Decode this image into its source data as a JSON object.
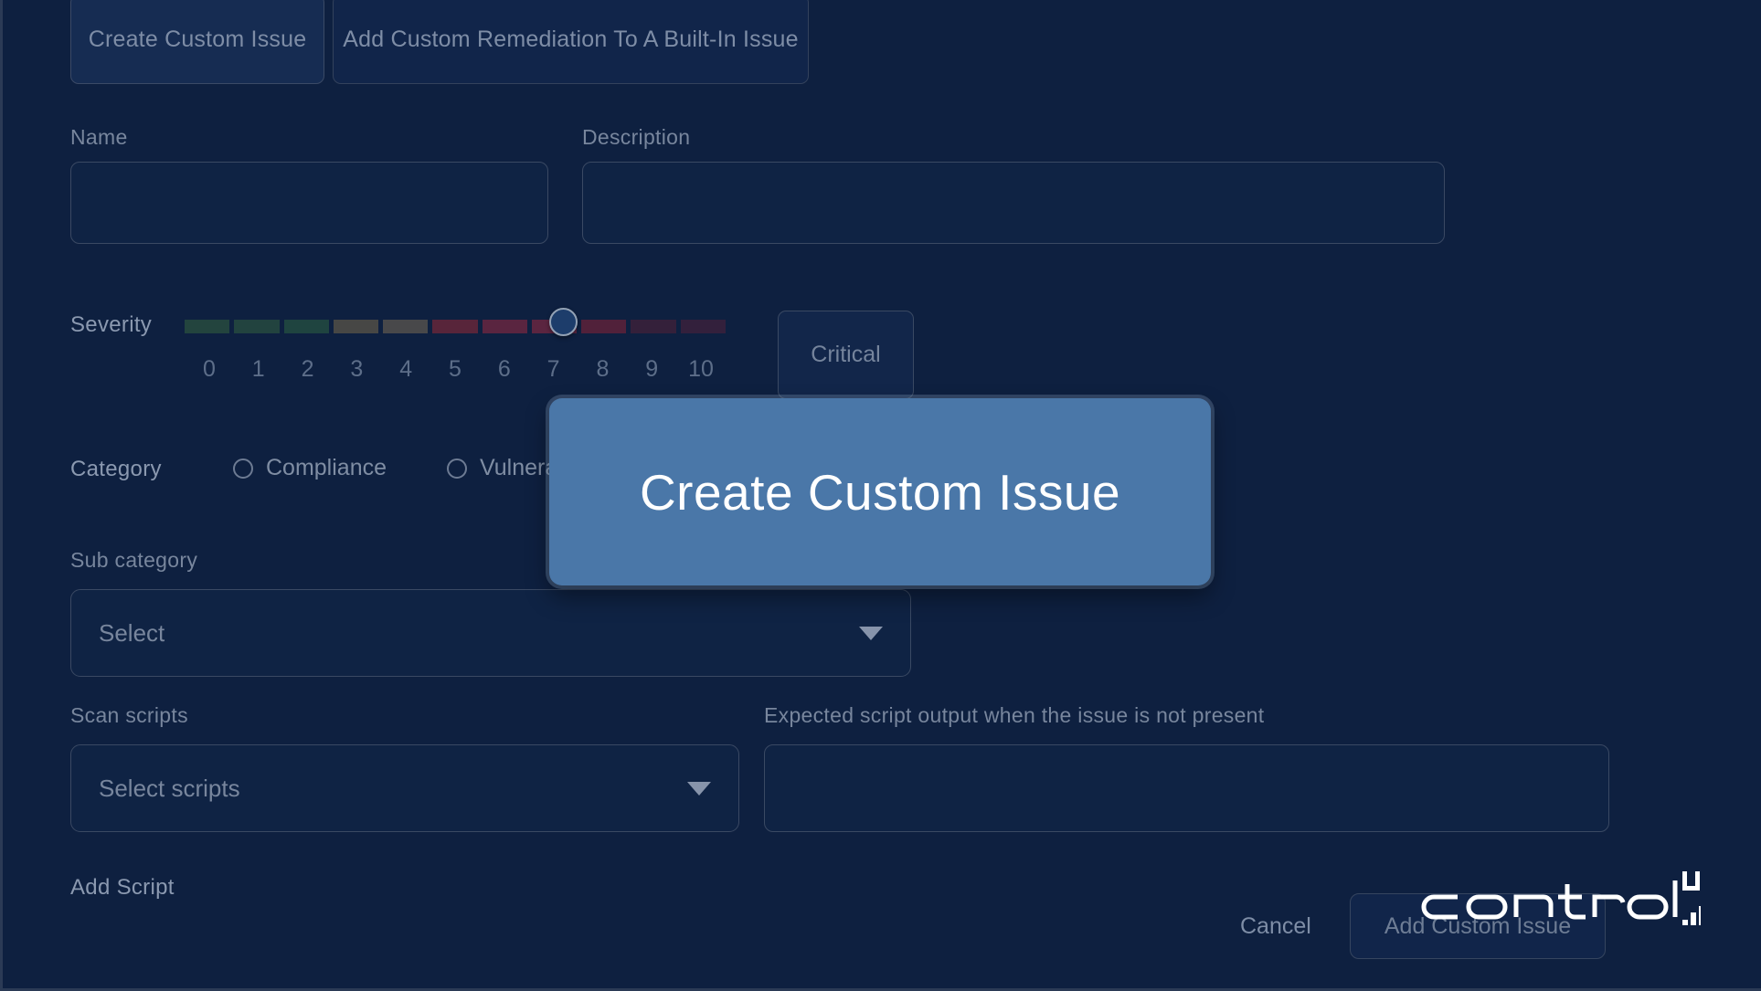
{
  "colors": {
    "background": "#0e2040",
    "field_border": "#3a4963",
    "label_text": "#78869d",
    "tooltip_bg": "#4a77a8",
    "tooltip_text": "#ffffff",
    "thumb_fill": "#1d3d6b",
    "thumb_border": "#93a2b5"
  },
  "tabs": [
    {
      "label": "Create Custom Issue",
      "selected": true
    },
    {
      "label": "Add Custom Remediation To A Built-In Issue",
      "selected": false
    }
  ],
  "form": {
    "name": {
      "label": "Name",
      "value": "",
      "placeholder": ""
    },
    "description": {
      "label": "Description",
      "value": "",
      "placeholder": ""
    },
    "severity": {
      "label": "Severity",
      "value": 7,
      "min": 0,
      "max": 10,
      "ticks": [
        "0",
        "1",
        "2",
        "3",
        "4",
        "5",
        "6",
        "7",
        "8",
        "9",
        "10"
      ],
      "badge": "Critical",
      "segment_colors": [
        "#23443e",
        "#22433f",
        "#1f4440",
        "#474745",
        "#48484a",
        "#58253a",
        "#5a2540",
        "#5b2540",
        "#51213a",
        "#34203a",
        "#33203c"
      ]
    },
    "category": {
      "label": "Category",
      "options": [
        {
          "label": "Compliance",
          "selected": false
        },
        {
          "label": "Vulnerabi",
          "selected": false
        }
      ]
    },
    "sub_category": {
      "label": "Sub category",
      "value": "Select"
    },
    "scan_scripts": {
      "label": "Scan scripts",
      "value": "Select scripts"
    },
    "expected_output": {
      "label": "Expected script output when the issue is not present",
      "value": "",
      "placeholder": ""
    },
    "add_script": {
      "label": "Add Script"
    }
  },
  "footer": {
    "cancel_label": "Cancel",
    "submit_label": "Add Custom Issue"
  },
  "tooltip": {
    "text": "Create Custom Issue"
  },
  "logo": {
    "word": "control",
    "mark": "up"
  },
  "icons": {
    "caret": "chevron-down-icon",
    "radio": "radio-button-icon",
    "slider_thumb": "slider-thumb-icon"
  }
}
